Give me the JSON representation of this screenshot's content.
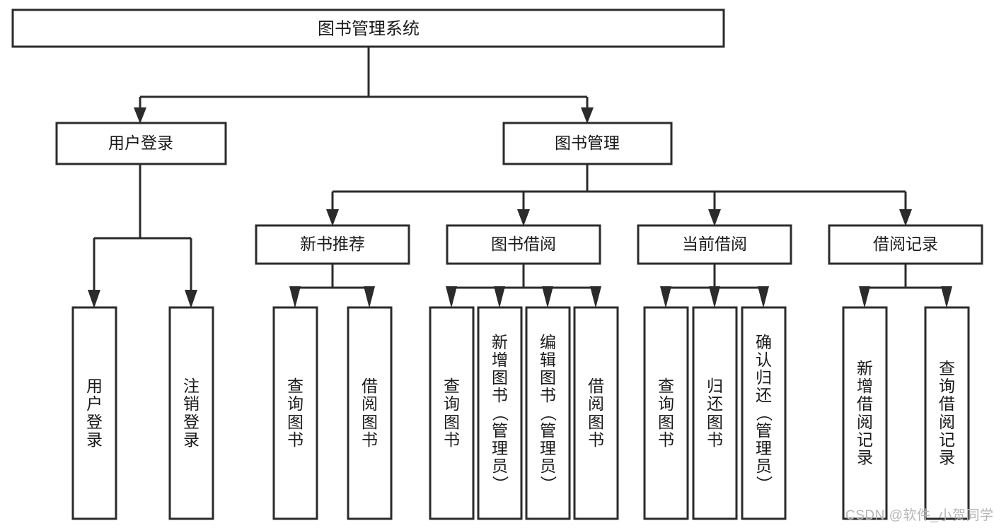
{
  "diagram": {
    "title": "图书管理系统",
    "type": "tree-hierarchy",
    "watermark": "CSDN @软件_小贺同学",
    "colors": {
      "stroke": "#2b2b2b",
      "fill": "#ffffff",
      "text": "#1a1a1a",
      "watermark": "#b6b6b6",
      "background": "#ffffff"
    },
    "nodes": {
      "root": {
        "label": "图书管理系统",
        "orientation": "horizontal"
      },
      "level2": [
        {
          "id": "user-login",
          "label": "用户登录",
          "orientation": "horizontal"
        },
        {
          "id": "book-manage",
          "label": "图书管理",
          "orientation": "horizontal"
        }
      ],
      "level3": [
        {
          "id": "new-book-recommend",
          "label": "新书推荐",
          "orientation": "horizontal"
        },
        {
          "id": "book-borrow",
          "label": "图书借阅",
          "orientation": "horizontal"
        },
        {
          "id": "current-borrow",
          "label": "当前借阅",
          "orientation": "horizontal"
        },
        {
          "id": "borrow-record",
          "label": "借阅记录",
          "orientation": "horizontal"
        }
      ],
      "leaves": [
        {
          "id": "leaf-user-login",
          "parent": "user-login",
          "chars": [
            "用",
            "户",
            "登",
            "录"
          ]
        },
        {
          "id": "leaf-user-logout",
          "parent": "user-login",
          "chars": [
            "注",
            "销",
            "登",
            "录"
          ]
        },
        {
          "id": "leaf-query-book-1",
          "parent": "new-book-recommend",
          "chars": [
            "查",
            "询",
            "图",
            "书"
          ]
        },
        {
          "id": "leaf-borrow-book-1",
          "parent": "new-book-recommend",
          "chars": [
            "借",
            "阅",
            "图",
            "书"
          ]
        },
        {
          "id": "leaf-query-book-2",
          "parent": "book-borrow",
          "chars": [
            "查",
            "询",
            "图",
            "书"
          ]
        },
        {
          "id": "leaf-add-book-admin",
          "parent": "book-borrow",
          "chars": [
            "新",
            "增",
            "图",
            "书",
            "（",
            "管",
            "理",
            "员",
            "）"
          ]
        },
        {
          "id": "leaf-edit-book-admin",
          "parent": "book-borrow",
          "chars": [
            "编",
            "辑",
            "图",
            "书",
            "（",
            "管",
            "理",
            "员",
            "）"
          ]
        },
        {
          "id": "leaf-borrow-book-2",
          "parent": "book-borrow",
          "chars": [
            "借",
            "阅",
            "图",
            "书"
          ]
        },
        {
          "id": "leaf-query-book-3",
          "parent": "current-borrow",
          "chars": [
            "查",
            "询",
            "图",
            "书"
          ]
        },
        {
          "id": "leaf-return-book",
          "parent": "current-borrow",
          "chars": [
            "归",
            "还",
            "图",
            "书"
          ]
        },
        {
          "id": "leaf-confirm-return-admin",
          "parent": "current-borrow",
          "chars": [
            "确",
            "认",
            "归",
            "还",
            "（",
            "管",
            "理",
            "员",
            "）"
          ]
        },
        {
          "id": "leaf-add-borrow-record",
          "parent": "borrow-record",
          "chars": [
            "新",
            "增",
            "借",
            "阅",
            "记",
            "录"
          ]
        },
        {
          "id": "leaf-query-borrow-record",
          "parent": "borrow-record",
          "chars": [
            "查",
            "询",
            "借",
            "阅",
            "记",
            "录"
          ]
        }
      ]
    }
  }
}
